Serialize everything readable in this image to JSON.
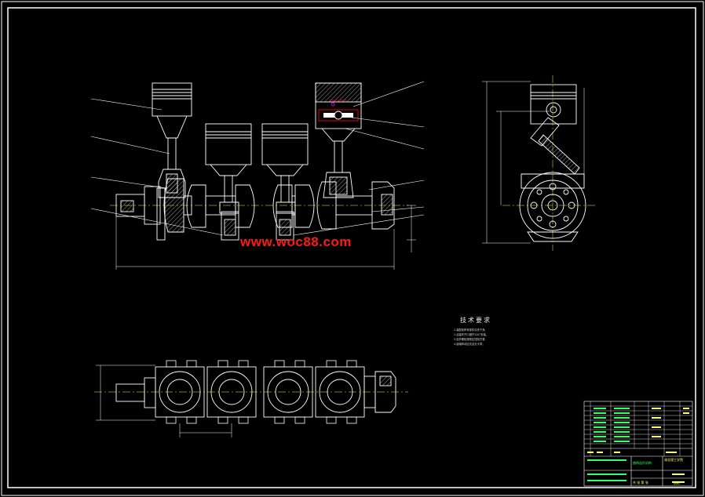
{
  "watermark": "www.woc88.com",
  "technical_requirements": {
    "title": "技术要求",
    "items": [
      "1.装配前所有零件清洗干净。",
      "2.活塞环开口错开120°安装。",
      "3.连杆螺栓按规定扭矩拧紧。",
      "4.曲轴转动应灵活无卡滞。"
    ]
  },
  "title_block": {
    "school": "湖北理工学院",
    "drawing_name": "曲柄连杆机构",
    "sheet_info": "共 张 第 张",
    "code": "000"
  },
  "colors": {
    "background": "#000000",
    "lines": "#ffffff",
    "centerlines": "#ffff00",
    "dimensions": "#ffffff",
    "watermark": "#ff1a1a",
    "hatch": "#ffffff",
    "accent_red": "#ff0000",
    "accent_magenta": "#ff00ff",
    "title_block_text": "#ffff66",
    "title_block_green": "#33ff66"
  }
}
